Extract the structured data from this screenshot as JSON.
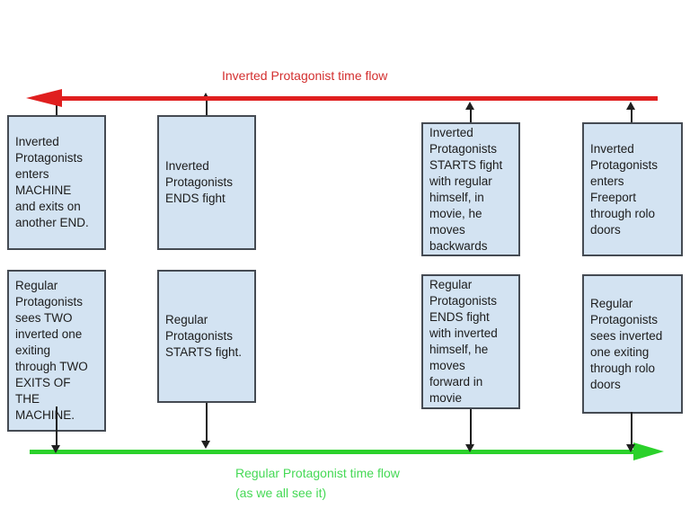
{
  "flows": {
    "inverted": {
      "label": "Inverted Protagonist time flow",
      "direction": "left",
      "arrow_color": "#e01f1f",
      "label_color": "#d32f2f"
    },
    "regular": {
      "label_lines": [
        "Regular Protagonist time flow",
        "(as we all see it)"
      ],
      "direction": "right",
      "arrow_color": "#2bd12b",
      "label_color": "#45d955"
    }
  },
  "style": {
    "background": "#ffffff",
    "box_fill": "#d3e3f2",
    "box_border": "#454b53",
    "connector_color": "#1f1f1f",
    "text_color": "#1c1c1c"
  },
  "events": {
    "inverted_timeline": [
      {
        "name": "inverted-enters-machine",
        "lines": [
          "Inverted",
          "Protagonists",
          "enters",
          "MACHINE",
          "and exits on",
          "another END."
        ]
      },
      {
        "name": "inverted-ends-fight",
        "lines": [
          "Inverted",
          "Protagonists",
          "ENDS fight"
        ]
      },
      {
        "name": "inverted-starts-fight",
        "lines": [
          "Inverted",
          "Protagonists",
          "STARTS fight",
          "with regular",
          "himself, in",
          "movie, he",
          "moves",
          "backwards"
        ]
      },
      {
        "name": "inverted-enters-freeport",
        "lines": [
          "Inverted",
          "Protagonists",
          "enters",
          "Freeport",
          "through rolo",
          "doors"
        ]
      }
    ],
    "regular_timeline": [
      {
        "name": "regular-sees-two-inverted",
        "lines": [
          "Regular",
          "Protagonists",
          "sees TWO",
          "inverted one",
          "exiting",
          "through TWO",
          "EXITS OF",
          "THE",
          "MACHINE."
        ]
      },
      {
        "name": "regular-starts-fight",
        "lines": [
          "Regular",
          "Protagonists",
          "STARTS fight."
        ]
      },
      {
        "name": "regular-ends-fight",
        "lines": [
          "Regular",
          "Protagonists",
          "ENDS fight",
          "with inverted",
          "himself, he",
          "moves",
          "forward in",
          "movie"
        ]
      },
      {
        "name": "regular-sees-inverted-exiting",
        "lines": [
          "Regular",
          "Protagonists",
          "sees inverted",
          "one exiting",
          "through rolo",
          "doors"
        ]
      }
    ]
  }
}
